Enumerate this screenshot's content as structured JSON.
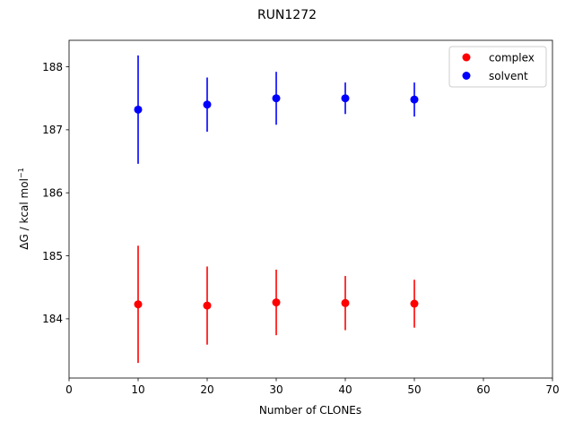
{
  "chart_data": {
    "type": "scatter",
    "title": "RUN1272",
    "xlabel": "Number of CLONEs",
    "ylabel": "ΔG / kcal mol",
    "ylabel_superscript": "−1",
    "xlim": [
      0,
      70
    ],
    "ylim": [
      183.06,
      188.42
    ],
    "xticks": [
      0,
      10,
      20,
      30,
      40,
      50,
      60,
      70
    ],
    "yticks": [
      184,
      185,
      186,
      187,
      188
    ],
    "grid": false,
    "legend": {
      "position": "top-right"
    },
    "series": [
      {
        "name": "complex",
        "color": "#ff0000",
        "points": [
          {
            "x": 10,
            "y": 184.23,
            "err": 0.93
          },
          {
            "x": 20,
            "y": 184.21,
            "err": 0.62
          },
          {
            "x": 30,
            "y": 184.26,
            "err": 0.52
          },
          {
            "x": 40,
            "y": 184.25,
            "err": 0.43
          },
          {
            "x": 50,
            "y": 184.24,
            "err": 0.38
          }
        ]
      },
      {
        "name": "solvent",
        "color": "#0000ff",
        "points": [
          {
            "x": 10,
            "y": 187.32,
            "err": 0.86
          },
          {
            "x": 20,
            "y": 187.4,
            "err": 0.43
          },
          {
            "x": 30,
            "y": 187.5,
            "err": 0.42
          },
          {
            "x": 40,
            "y": 187.5,
            "err": 0.25
          },
          {
            "x": 50,
            "y": 187.48,
            "err": 0.27
          }
        ]
      }
    ]
  }
}
